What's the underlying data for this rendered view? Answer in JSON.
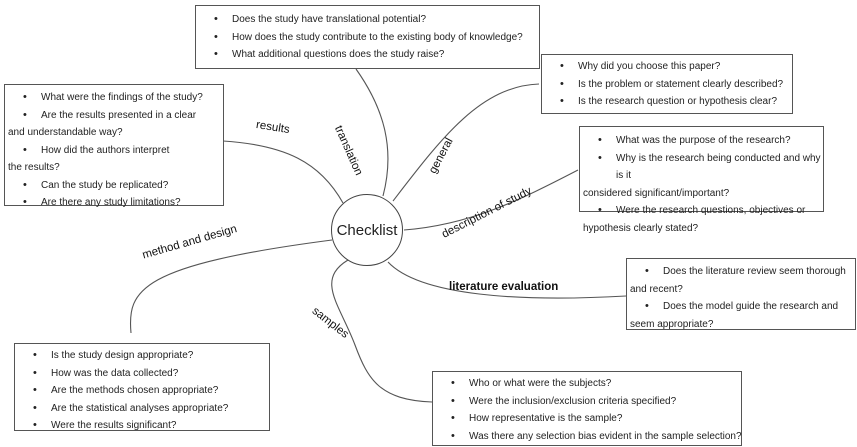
{
  "center": "Checklist",
  "branches": {
    "translation": "translation",
    "general": "general",
    "results": "results",
    "description": "description of study",
    "method": "method and design",
    "literature": "literature evaluation",
    "samples": "samples"
  },
  "boxes": {
    "translation": [
      "Does the study have translational potential?",
      "How does the study contribute to the existing body of knowledge?",
      "What additional questions does the study raise?"
    ],
    "general": [
      "Why did you choose this paper?",
      "Is the problem or statement clearly described?",
      "Is the research question or hypothesis clear?"
    ],
    "results": [
      "What were the findings of the study?",
      "Are the results presented in a clear and understandable way?",
      "How did the authors interpret the results?",
      "Can the study be replicated?",
      "Are there any study limitations?"
    ],
    "description": [
      "What was the purpose of the research?",
      "Why is the research being conducted and why is it considered significant/important?",
      "Were the research questions, objectives or hypothesis clearly stated?"
    ],
    "literature": [
      "Does the literature review seem thorough and recent?",
      "Does the model guide the research and seem appropriate?"
    ],
    "method": [
      "Is the study design appropriate?",
      "How was the data collected?",
      "Are the methods chosen appropriate?",
      "Are the statistical analyses appropriate?",
      "Were the results significant?"
    ],
    "samples": [
      "Who or what were the subjects?",
      "Were the inclusion/exclusion criteria specified?",
      "How representative is the sample?",
      "Was there any selection bias evident in the sample selection?"
    ]
  }
}
